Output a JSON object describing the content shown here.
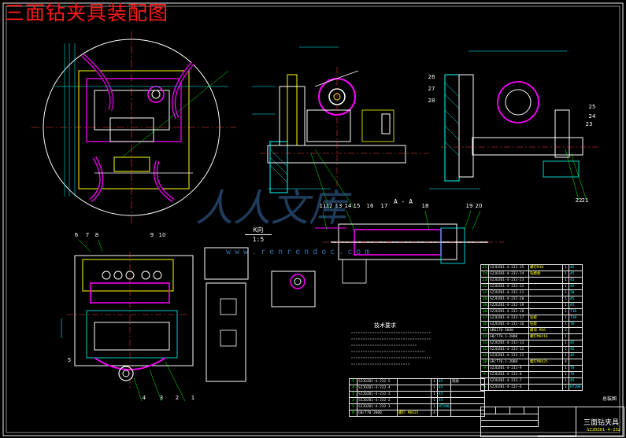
{
  "title": "三面钻夹具装配图",
  "watermark": {
    "text": "人人文库",
    "url": "www.renrendoc.com"
  },
  "view_label": {
    "name": "K向",
    "scale": "1:5"
  },
  "section_label": "A - A",
  "tech_requirements_title": "技术要求",
  "balloons": {
    "bottom_view": [
      "1",
      "2",
      "3",
      "4",
      "5",
      "6",
      "7",
      "8",
      "9",
      "10"
    ],
    "side_view": [
      "11",
      "12",
      "13",
      "14",
      "15",
      "16",
      "17",
      "18",
      "19",
      "20"
    ],
    "end_view": [
      "21",
      "22",
      "23",
      "24",
      "25",
      "26",
      "27",
      "28"
    ]
  },
  "parts_table_right": [
    {
      "no": "25",
      "code": "SZJDZ01-4-232-25",
      "name": "螺钉M10",
      "qty": "1",
      "mat": "45"
    },
    {
      "no": "24",
      "code": "SZJDZ01-4-232-24",
      "name": "钻模板",
      "qty": "1",
      "mat": "45"
    },
    {
      "no": "23",
      "code": "SZJDZ01-4-232-23",
      "name": "",
      "qty": "1",
      "mat": "45"
    },
    {
      "no": "22",
      "code": "SZJDZ01-4-232-22",
      "name": "",
      "qty": "1",
      "mat": "45"
    },
    {
      "no": "21",
      "code": "SZJDZ01-4-232-21",
      "name": "",
      "qty": "1",
      "mat": "20"
    },
    {
      "no": "20",
      "code": "SZJDZ01-4-232-20",
      "name": "",
      "qty": "1",
      "mat": "45"
    },
    {
      "no": "19",
      "code": "SZJDZ01-4-232-19",
      "name": "",
      "qty": "1",
      "mat": "45"
    },
    {
      "no": "18",
      "code": "SZJDZ01-4-232-18",
      "name": "",
      "qty": "1",
      "mat": "T10"
    },
    {
      "no": "17",
      "code": "SZJDZ01-4-232-17",
      "name": "钻套",
      "qty": "1",
      "mat": "T10"
    },
    {
      "no": "16",
      "code": "SZJDZ01-4-232-16",
      "name": "钻套",
      "qty": "1",
      "mat": "T8"
    },
    {
      "no": "15",
      "code": "GB6170-2000",
      "name": "螺母 M16",
      "qty": "2",
      "mat": ""
    },
    {
      "no": "14",
      "code": "GB/T70.1-2000",
      "name": "螺钉M6X16",
      "qty": "1",
      "mat": ""
    },
    {
      "no": "13",
      "code": "SZJDZ01-4-232-13",
      "name": "",
      "qty": "1",
      "mat": "45"
    },
    {
      "no": "12",
      "code": "SZJDZ01-4-232-12",
      "name": "",
      "qty": "1",
      "mat": "45"
    },
    {
      "no": "11",
      "code": "SZJDZ01-4-232-11",
      "name": "",
      "qty": "1",
      "mat": "45"
    },
    {
      "no": "10",
      "code": "GB/T70.1-2000",
      "name": "螺钉M8X25",
      "qty": "4",
      "mat": ""
    },
    {
      "no": "9",
      "code": "SZJDZ01-4-232-9",
      "name": "",
      "qty": "1",
      "mat": "T8"
    },
    {
      "no": "8",
      "code": "SZJDZ01-4-232-8",
      "name": "",
      "qty": "1",
      "mat": "T8"
    },
    {
      "no": "7",
      "code": "SZJDZ01-4-232-7",
      "name": "",
      "qty": "1",
      "mat": "45"
    },
    {
      "no": "6",
      "code": "SZJDZ01-4-232-6",
      "name": "",
      "qty": "1",
      "mat": "HT200"
    }
  ],
  "parts_table_bottom": [
    {
      "no": "5",
      "code": "SZJDZ01-4-232-5",
      "name": "",
      "qty": "1",
      "mat": "45",
      "note": "调质"
    },
    {
      "no": "4",
      "code": "SZJDZ01-4-232-4",
      "name": "",
      "qty": "1",
      "mat": "45",
      "note": ""
    },
    {
      "no": "3",
      "code": "SZJDZ01-4-232-3",
      "name": "",
      "qty": "1",
      "mat": "45",
      "note": ""
    },
    {
      "no": "2",
      "code": "SZJDZ01-4-232-2",
      "name": "",
      "qty": "1",
      "mat": "45",
      "note": ""
    },
    {
      "no": "1",
      "code": "SZJDZ01-4-232-1",
      "name": "",
      "qty": "1",
      "mat": "HT200",
      "note": ""
    },
    {
      "no": "0",
      "code": "GB/T70-2000",
      "name": "螺钉 M8X25",
      "qty": "4",
      "mat": "",
      "note": ""
    }
  ],
  "title_block": {
    "drawing_name": "三面钻夹具",
    "drawing_code": "SZJDZ01-4-232",
    "unit": "总装图"
  },
  "colors": {
    "outline": "#ffff00",
    "part": "#ffffff",
    "hatch": "#00ffff",
    "fixture": "#ff00ff",
    "leader": "#00ff00",
    "dimension": "#00ffff",
    "title": "#ff1a1a",
    "watermark": "#3a6ea8"
  }
}
